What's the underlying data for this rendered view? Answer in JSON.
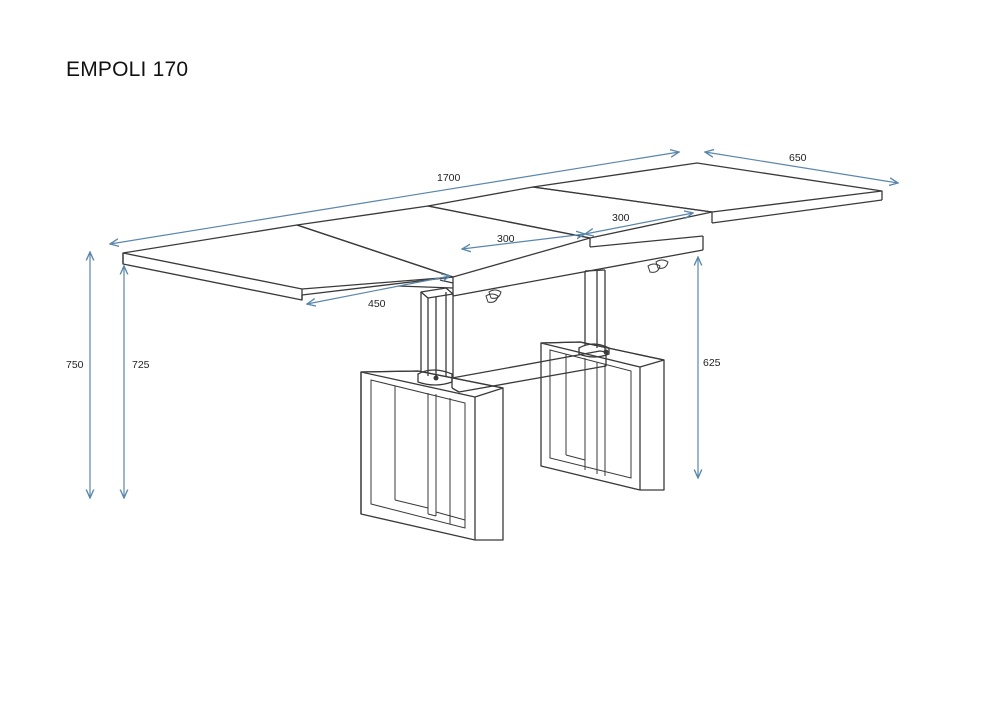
{
  "title": "EMPOLI 170",
  "colors": {
    "dimension_line": "#5a86ab",
    "outline": "#3a3a3a"
  },
  "dimensions": {
    "length_total": "1700",
    "width": "650",
    "leaf_a": "300",
    "leaf_b": "300",
    "top_section": "450",
    "height_max": "750",
    "height_mid": "725",
    "height_low": "625"
  }
}
